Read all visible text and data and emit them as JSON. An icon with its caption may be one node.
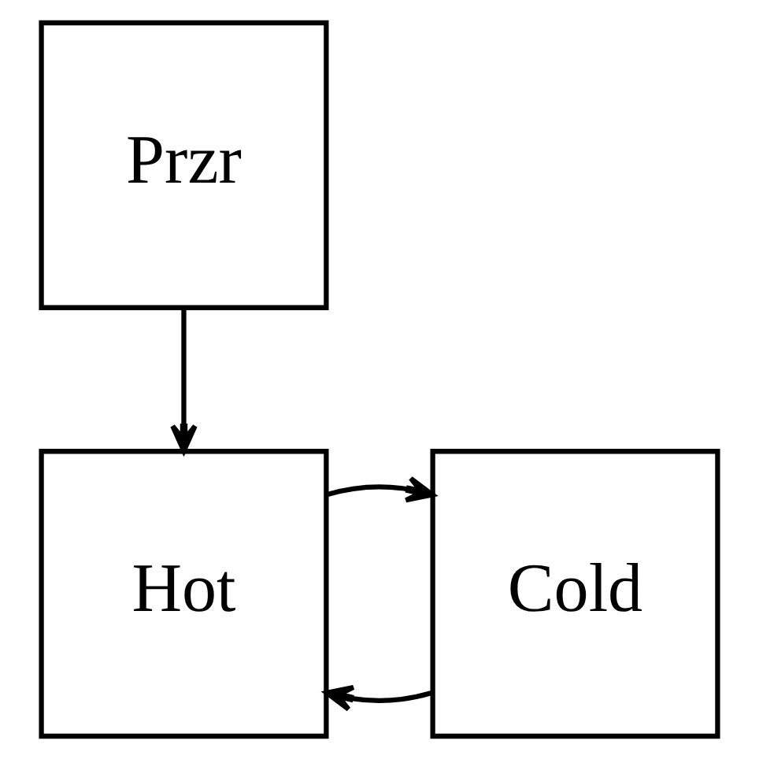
{
  "diagram": {
    "nodes": [
      {
        "text": [
          "Przr"
        ]
      },
      {
        "text": [
          "Hot"
        ]
      },
      {
        "text": [
          "Cold"
        ]
      }
    ],
    "edges": [
      {
        "from": 0,
        "to": 1,
        "arrow": "to"
      },
      {
        "from": 2,
        "to": 1,
        "arrow": "to"
      },
      {
        "from": 1,
        "to": 2,
        "arrow": "to"
      }
    ]
  }
}
